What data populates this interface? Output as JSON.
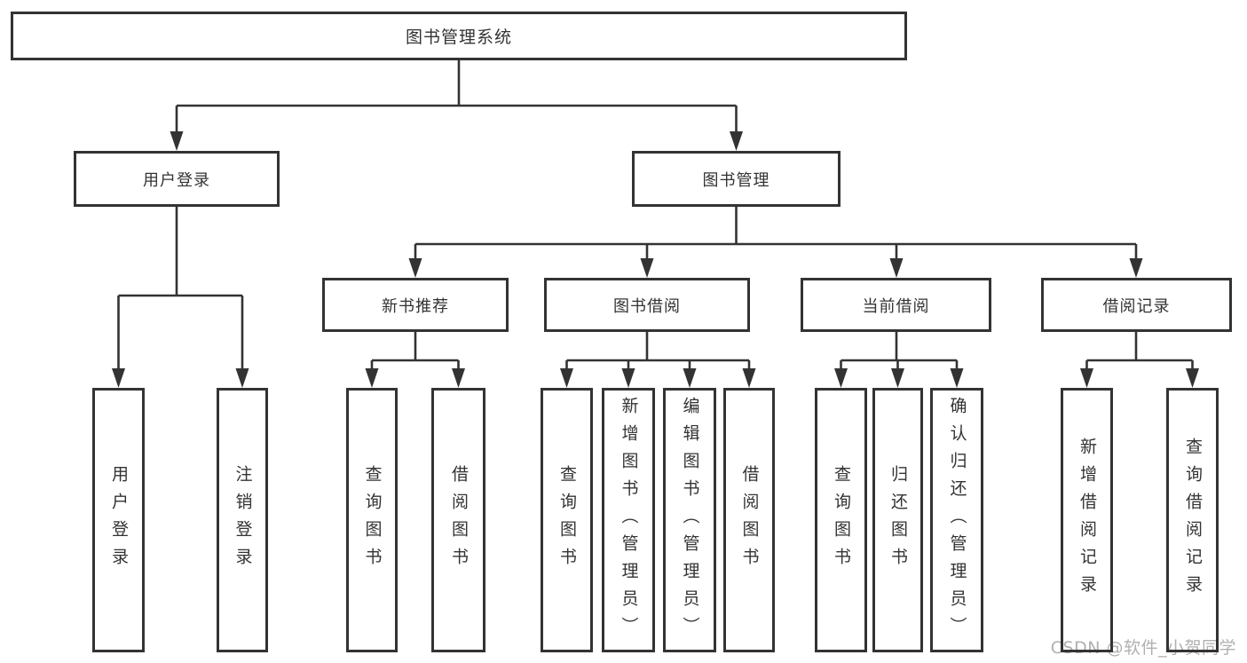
{
  "diagram": {
    "tree": {
      "label": "图书管理系统",
      "children": [
        {
          "label": "用户登录",
          "children": [
            {
              "label": "用户登录"
            },
            {
              "label": "注销登录"
            }
          ]
        },
        {
          "label": "图书管理",
          "children": [
            {
              "label": "新书推荐",
              "children": [
                {
                  "label": "查询图书"
                },
                {
                  "label": "借阅图书"
                }
              ]
            },
            {
              "label": "图书借阅",
              "children": [
                {
                  "label": "查询图书"
                },
                {
                  "label": "新增图书（管理员）"
                },
                {
                  "label": "编辑图书（管理员）"
                },
                {
                  "label": "借阅图书"
                }
              ]
            },
            {
              "label": "当前借阅",
              "children": [
                {
                  "label": "查询图书"
                },
                {
                  "label": "归还图书"
                },
                {
                  "label": "确认归还（管理员）"
                }
              ]
            },
            {
              "label": "借阅记录",
              "children": [
                {
                  "label": "新增借阅记录"
                },
                {
                  "label": "查询借阅记录"
                }
              ]
            }
          ]
        }
      ]
    },
    "watermark": "CSDN @软件_小贺同学",
    "colors": {
      "line": "#333333",
      "text": "#333333",
      "box_background": "#ffffff",
      "watermark": "#b0b0b0",
      "background": "#ffffff"
    }
  }
}
